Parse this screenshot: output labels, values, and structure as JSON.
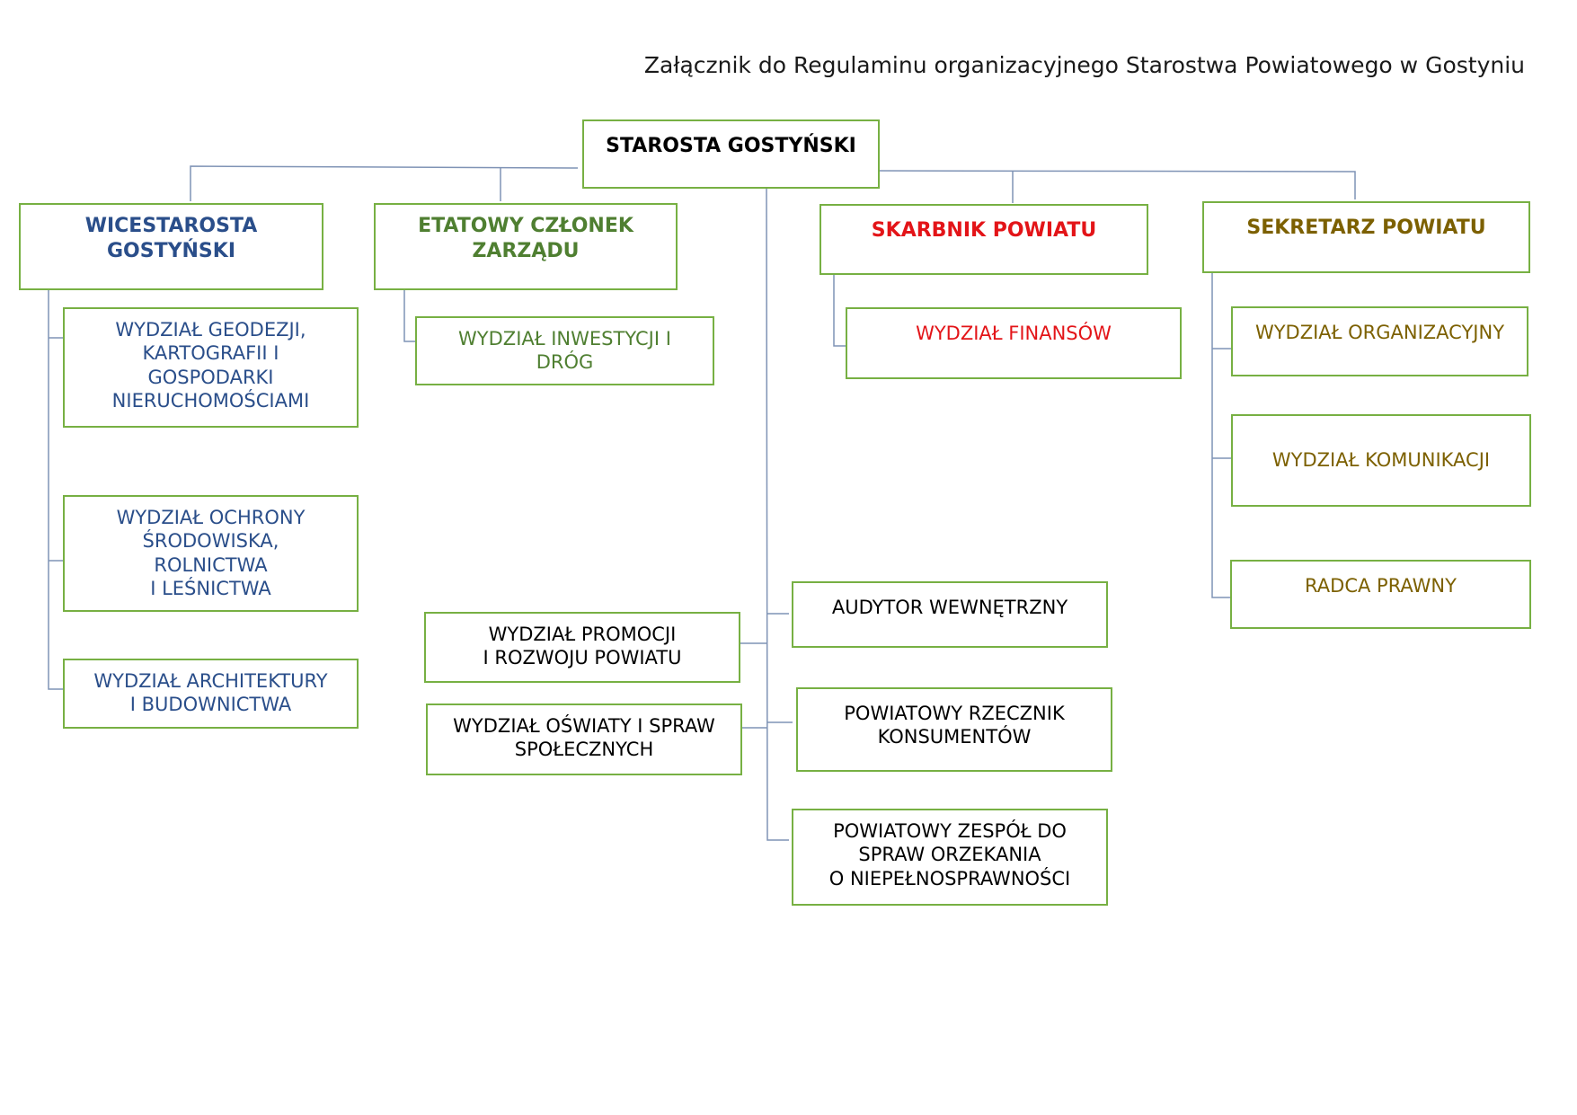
{
  "caption": "Załącznik do Regulaminu organizacyjnego Starostwa Powiatowego w Gostyniu",
  "colors": {
    "box_border": "#77b043",
    "connector": "#7f93b5",
    "black": "#000000",
    "blue": "#2a4e8a",
    "green": "#4f7f31",
    "red": "#e31418",
    "olive": "#7c6000"
  },
  "root": {
    "label": "STAROSTA GOSTYŃSKI"
  },
  "heads": {
    "wicestarosta": {
      "label": "WICESTAROSTA\nGOSTYŃSKI"
    },
    "etatowy": {
      "label": "ETATOWY CZŁONEK\nZARZĄDU"
    },
    "skarbnik": {
      "label": "SKARBNIK POWIATU"
    },
    "sekretarz": {
      "label": "SEKRETARZ POWIATU"
    }
  },
  "wicestarosta_units": [
    {
      "label": "WYDZIAŁ GEODEZJI,\nKARTOGRAFII I\nGOSPODARKI\nNIERUCHOMOŚCIAMI"
    },
    {
      "label": "WYDZIAŁ OCHRONY\nŚRODOWISKA,\nROLNICTWA\nI LEŚNICTWA"
    },
    {
      "label": "WYDZIAŁ ARCHITEKTURY\nI BUDOWNICTWA"
    }
  ],
  "etatowy_units": [
    {
      "label": "WYDZIAŁ INWESTYCJI I\nDRÓG"
    }
  ],
  "starosta_left_units": [
    {
      "label": "WYDZIAŁ PROMOCJI\nI ROZWOJU POWIATU"
    },
    {
      "label": "WYDZIAŁ OŚWIATY I SPRAW\nSPOŁECZNYCH"
    }
  ],
  "starosta_right_units": [
    {
      "label": "AUDYTOR WEWNĘTRZNY"
    },
    {
      "label": "POWIATOWY RZECZNIK\nKONSUMENTÓW"
    },
    {
      "label": "POWIATOWY ZESPÓŁ DO\nSPRAW ORZEKANIA\nO NIEPEŁNOSPRAWNOŚCI"
    }
  ],
  "skarbnik_units": [
    {
      "label": "WYDZIAŁ FINANSÓW"
    }
  ],
  "sekretarz_units": [
    {
      "label": "WYDZIAŁ ORGANIZACYJNY"
    },
    {
      "label": "WYDZIAŁ KOMUNIKACJI"
    },
    {
      "label": "RADCA PRAWNY"
    }
  ]
}
